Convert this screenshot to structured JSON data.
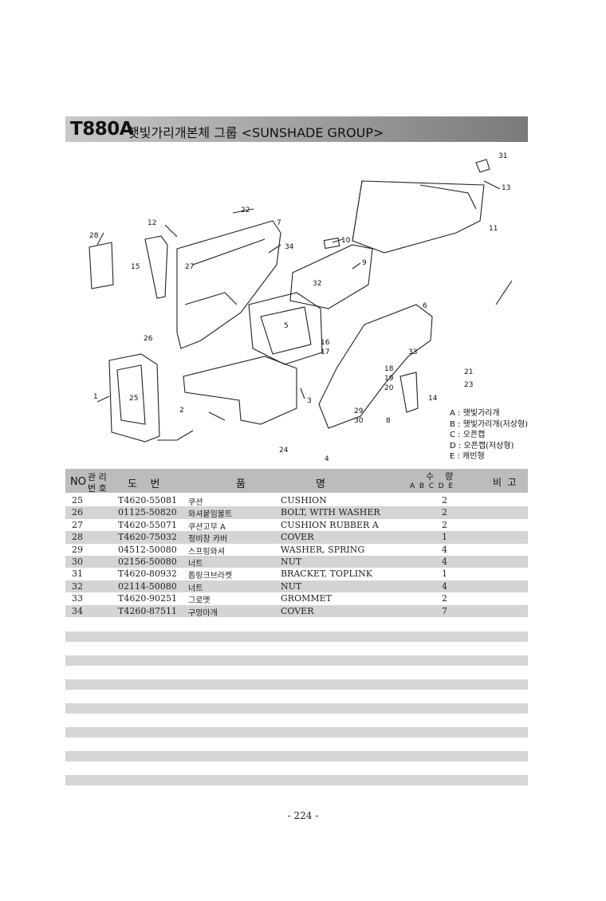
{
  "header": {
    "model": "T880A",
    "title": "햇빛가리개본체 그룹 <SUNSHADE GROUP>"
  },
  "diagram": {
    "callouts": [
      "31",
      "13",
      "11",
      "22",
      "12",
      "7",
      "28",
      "34",
      "10",
      "15",
      "27",
      "9",
      "32",
      "6",
      "26",
      "5",
      "16",
      "17",
      "33",
      "21",
      "23",
      "18",
      "19",
      "20",
      "1",
      "25",
      "2",
      "3",
      "29",
      "30",
      "8",
      "14",
      "24",
      "4"
    ]
  },
  "legend": [
    "A : 햇빛가리개",
    "B : 햇빛가리개(저상형)",
    "C : 오픈캡",
    "D : 오픈캡(저상형)",
    "E : 캐빈형"
  ],
  "table": {
    "headers": {
      "no": "NO",
      "mgmt_top": "관 리",
      "mgmt_bottom": "번 호",
      "drawing": "도    번",
      "name_a": "품",
      "name_b": "명",
      "qty": "수    량",
      "qty_cols": "A  B  C  D  E",
      "remark": "비  고"
    },
    "rows": [
      {
        "no": "25",
        "part": "T4620-55081",
        "kor": "쿠션",
        "eng": "CUSHION",
        "qty": "2"
      },
      {
        "no": "26",
        "part": "01125-50820",
        "kor": "와셔붙임볼트",
        "eng": "BOLT, WITH WASHER",
        "qty": "2"
      },
      {
        "no": "27",
        "part": "T4620-55071",
        "kor": "쿠션고무 A",
        "eng": "CUSHION RUBBER A",
        "qty": "2"
      },
      {
        "no": "28",
        "part": "T4620-75032",
        "kor": "정비창 카버",
        "eng": "COVER",
        "qty": "1"
      },
      {
        "no": "29",
        "part": "04512-50080",
        "kor": "스프링와셔",
        "eng": "WASHER, SPRING",
        "qty": "4"
      },
      {
        "no": "30",
        "part": "02156-50080",
        "kor": "너트",
        "eng": "NUT",
        "qty": "4"
      },
      {
        "no": "31",
        "part": "T4620-80932",
        "kor": "톱링크브라켓",
        "eng": "BRACKET, TOPLINK",
        "qty": "1"
      },
      {
        "no": "32",
        "part": "02114-50080",
        "kor": "너트",
        "eng": "NUT",
        "qty": "4"
      },
      {
        "no": "33",
        "part": "T4620-90251",
        "kor": "그로멧",
        "eng": "GROMMET",
        "qty": "2"
      },
      {
        "no": "34",
        "part": "T4260-87511",
        "kor": "구멍마개",
        "eng": "COVER",
        "qty": "7"
      }
    ]
  },
  "footer": {
    "page": "- 224 -"
  }
}
